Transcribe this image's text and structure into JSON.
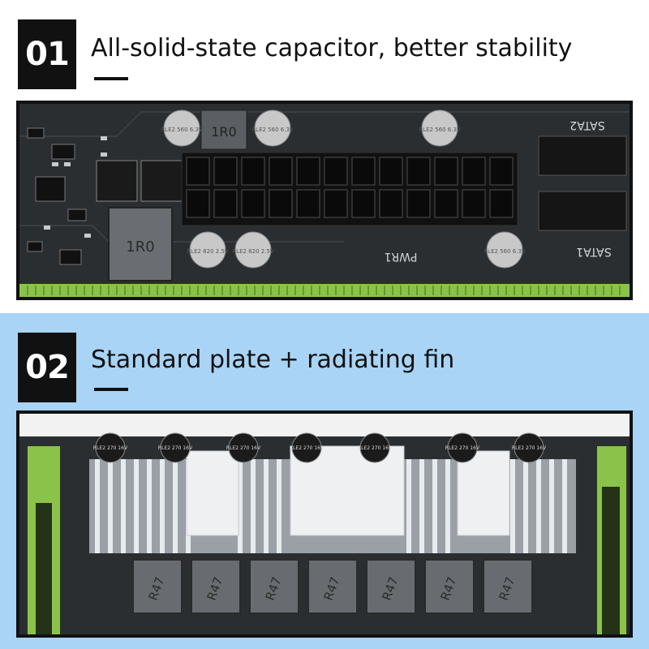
{
  "section1": {
    "number": "01",
    "title": "All-solid-state capacitor, better stability",
    "board_labels": {
      "inductor_top": "1R0",
      "inductor_left": "1R0",
      "power_connector": "PWR1",
      "sata_top": "SATA2",
      "sata_bottom": "SATA1",
      "cap_a": "RLE2 560 6.3V",
      "cap_b": "RLE2 820 2.5V"
    }
  },
  "section2": {
    "number": "02",
    "title": "Standard plate + radiating fin",
    "board_labels": {
      "choke": "R47",
      "cap": "RLE2 270 16V"
    }
  },
  "colors": {
    "pcb": "#2a2d30",
    "slot_green": "#8bc34a",
    "accent_bg": "#a9d4f5"
  }
}
